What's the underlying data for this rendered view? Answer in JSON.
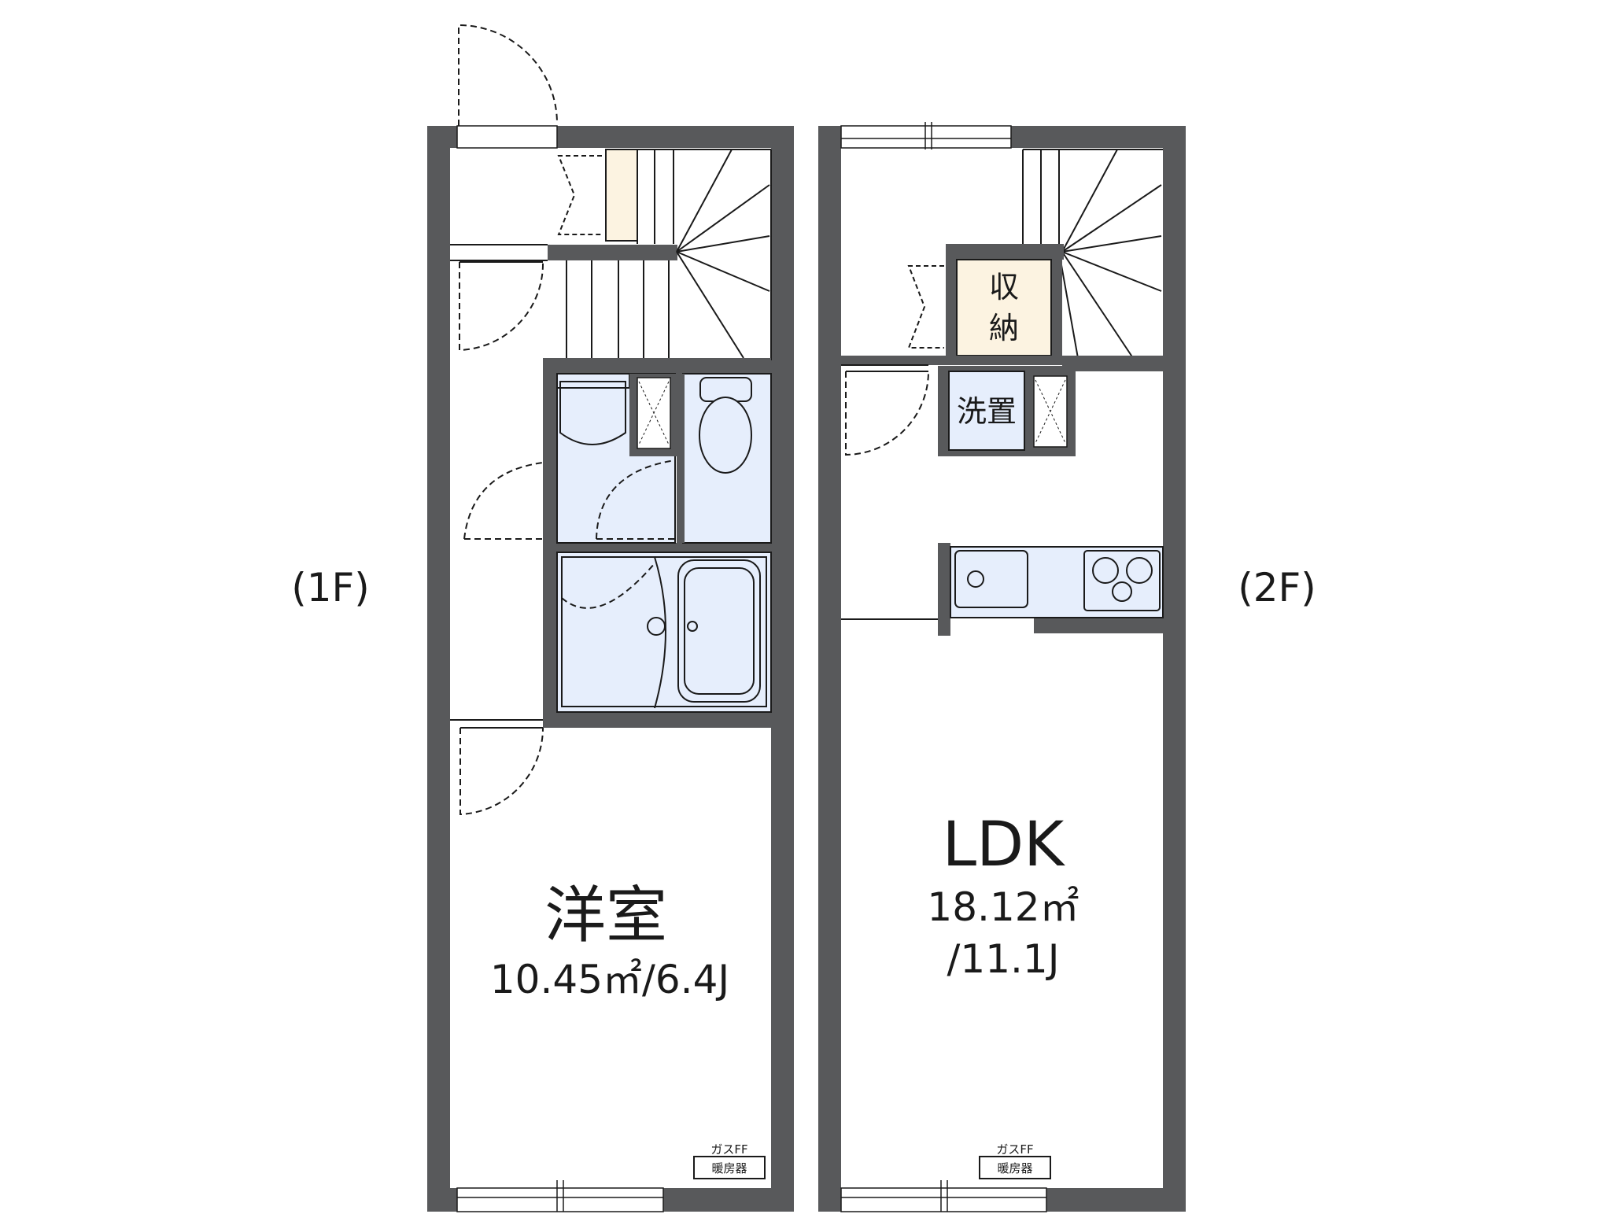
{
  "floor_1": {
    "label": "(1F)",
    "room_name": "洋室",
    "room_area": "10.45㎡/6.4J",
    "heater_top": "ガスFF",
    "heater_bottom": "暖房器"
  },
  "floor_2": {
    "label": "(2F)",
    "room_name": "LDK",
    "room_area_line1": "18.12㎡",
    "room_area_line2": "/11.1J",
    "storage_line1": "収",
    "storage_line2": "納",
    "laundry": "洗置",
    "heater_top": "ガスFF",
    "heater_bottom": "暖房器"
  },
  "colors": {
    "wall": "#58595b",
    "wet_area": "#e6eefc",
    "storage": "#fcf3e1",
    "line": "#1a1a1a"
  }
}
